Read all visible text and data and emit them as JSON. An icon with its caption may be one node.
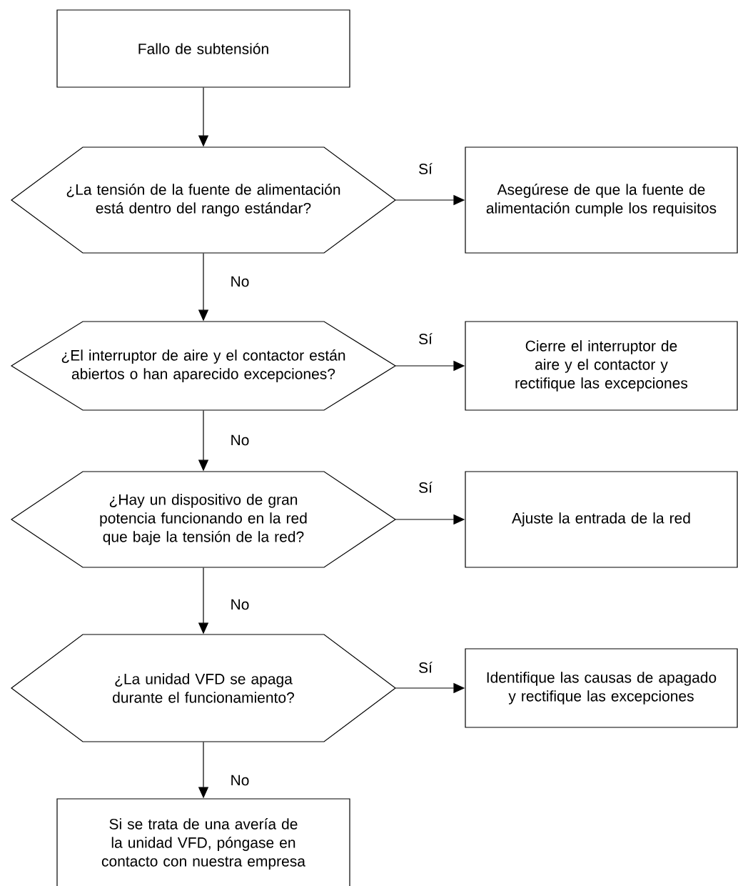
{
  "diagram": {
    "nodes": [
      {
        "text": [
          "Fallo de subtensión"
        ]
      },
      {
        "text": [
          "¿La tensión de la fuente de alimentación está dentro del rango estándar?"
        ]
      },
      {
        "text": [
          "Asegúrese de que la fuente de alimentación cumple los requisitos"
        ]
      },
      {
        "text": [
          "¿El interruptor de aire y el contactor están abiertos o han aparecido excepciones?"
        ]
      },
      {
        "text": [
          "Cierre el interruptor de aire y el contactor y rectifique las excepciones"
        ]
      },
      {
        "text": [
          "¿Hay un dispositivo de gran potencia funcionando en la red que baje la tensión de la red?"
        ]
      },
      {
        "text": [
          "Ajuste la entrada de la red"
        ]
      },
      {
        "text": [
          "¿La unidad VFD se apaga durante el funcionamiento?"
        ]
      },
      {
        "text": [
          "Identifique las causas de apagado y rectifique las excepciones"
        ]
      },
      {
        "text": [
          "Si se trata de una avería de la unidad VFD, póngase en contacto con nuestra empresa"
        ]
      }
    ],
    "edges": [
      {
        "from": 0,
        "to": 1,
        "arrow": "to"
      },
      {
        "from": 1,
        "to": 2,
        "arrow": "to",
        "label": "Sí"
      },
      {
        "from": 1,
        "to": 3,
        "arrow": "to",
        "label": "No"
      },
      {
        "from": 3,
        "to": 4,
        "arrow": "to",
        "label": "Sí"
      },
      {
        "from": 3,
        "to": 5,
        "arrow": "to",
        "label": "No"
      },
      {
        "from": 5,
        "to": 6,
        "arrow": "to",
        "label": "Sí"
      },
      {
        "from": 5,
        "to": 7,
        "arrow": "to",
        "label": "No"
      },
      {
        "from": 7,
        "to": 8,
        "arrow": "to",
        "label": "Sí"
      },
      {
        "from": 7,
        "to": 9,
        "arrow": "to",
        "label": "No"
      }
    ]
  }
}
